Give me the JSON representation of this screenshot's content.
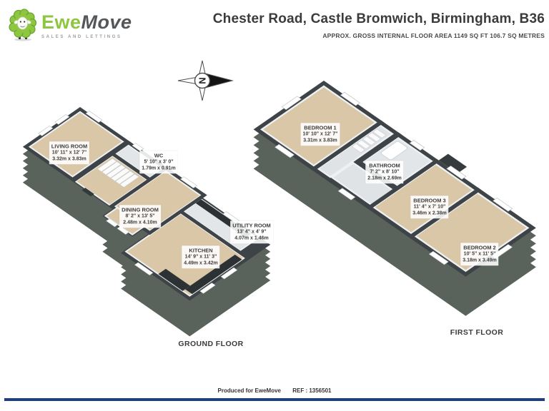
{
  "header": {
    "logo": {
      "ewe": "Ewe",
      "move": "Move",
      "tagline": "SALES AND LETTINGS"
    },
    "title": "Chester Road, Castle Bromwich, Birmingham, B36",
    "subtitle": "APPROX. GROSS INTERNAL FLOOR AREA 1149 SQ FT 106.7 SQ METRES"
  },
  "compass": {
    "letter": "N"
  },
  "floors": [
    {
      "label": "GROUND FLOOR",
      "rooms": [
        {
          "name": "LIVING ROOM",
          "dims_ft": "10' 11\" x 12' 7\"",
          "dims_m": "3.32m x 3.83m"
        },
        {
          "name": "WC",
          "dims_ft": "5' 10\" x 3' 0\"",
          "dims_m": "1.79m x 0.91m"
        },
        {
          "name": "DINING ROOM",
          "dims_ft": "8' 2\" x 13' 5\"",
          "dims_m": "2.48m x 4.10m"
        },
        {
          "name": "UTILITY ROOM",
          "dims_ft": "13' 4\" x 4' 9\"",
          "dims_m": "4.07m x 1.46m"
        },
        {
          "name": "KITCHEN",
          "dims_ft": "14' 9\" x 11' 3\"",
          "dims_m": "4.49m x 3.42m"
        }
      ]
    },
    {
      "label": "FIRST FLOOR",
      "rooms": [
        {
          "name": "BEDROOM 1",
          "dims_ft": "10' 10\" x 12' 7\"",
          "dims_m": "3.31m x 3.83m"
        },
        {
          "name": "BATHROOM",
          "dims_ft": "7' 2\" x 8' 10\"",
          "dims_m": "2.18m x 2.69m"
        },
        {
          "name": "BEDROOM 3",
          "dims_ft": "11' 4\" x 7' 10\"",
          "dims_m": "3.46m x 2.38m"
        },
        {
          "name": "BEDROOM 2",
          "dims_ft": "10' 5\" x 11' 5\"",
          "dims_m": "3.18m x 3.49m"
        }
      ]
    }
  ],
  "footer": {
    "produced": "Produced for EweMove",
    "ref": "REF : 1356501"
  },
  "colors": {
    "brand_green": "#8dc63f",
    "brand_gray": "#54575a",
    "wall_top": "#3e4347",
    "wall_side": "#59625b",
    "floor_beige": "#d9c7a8",
    "floor_gray": "#e3e6e8",
    "counter_dark": "#2c3134",
    "bottom_bar_blue": "#1d3d7c"
  }
}
